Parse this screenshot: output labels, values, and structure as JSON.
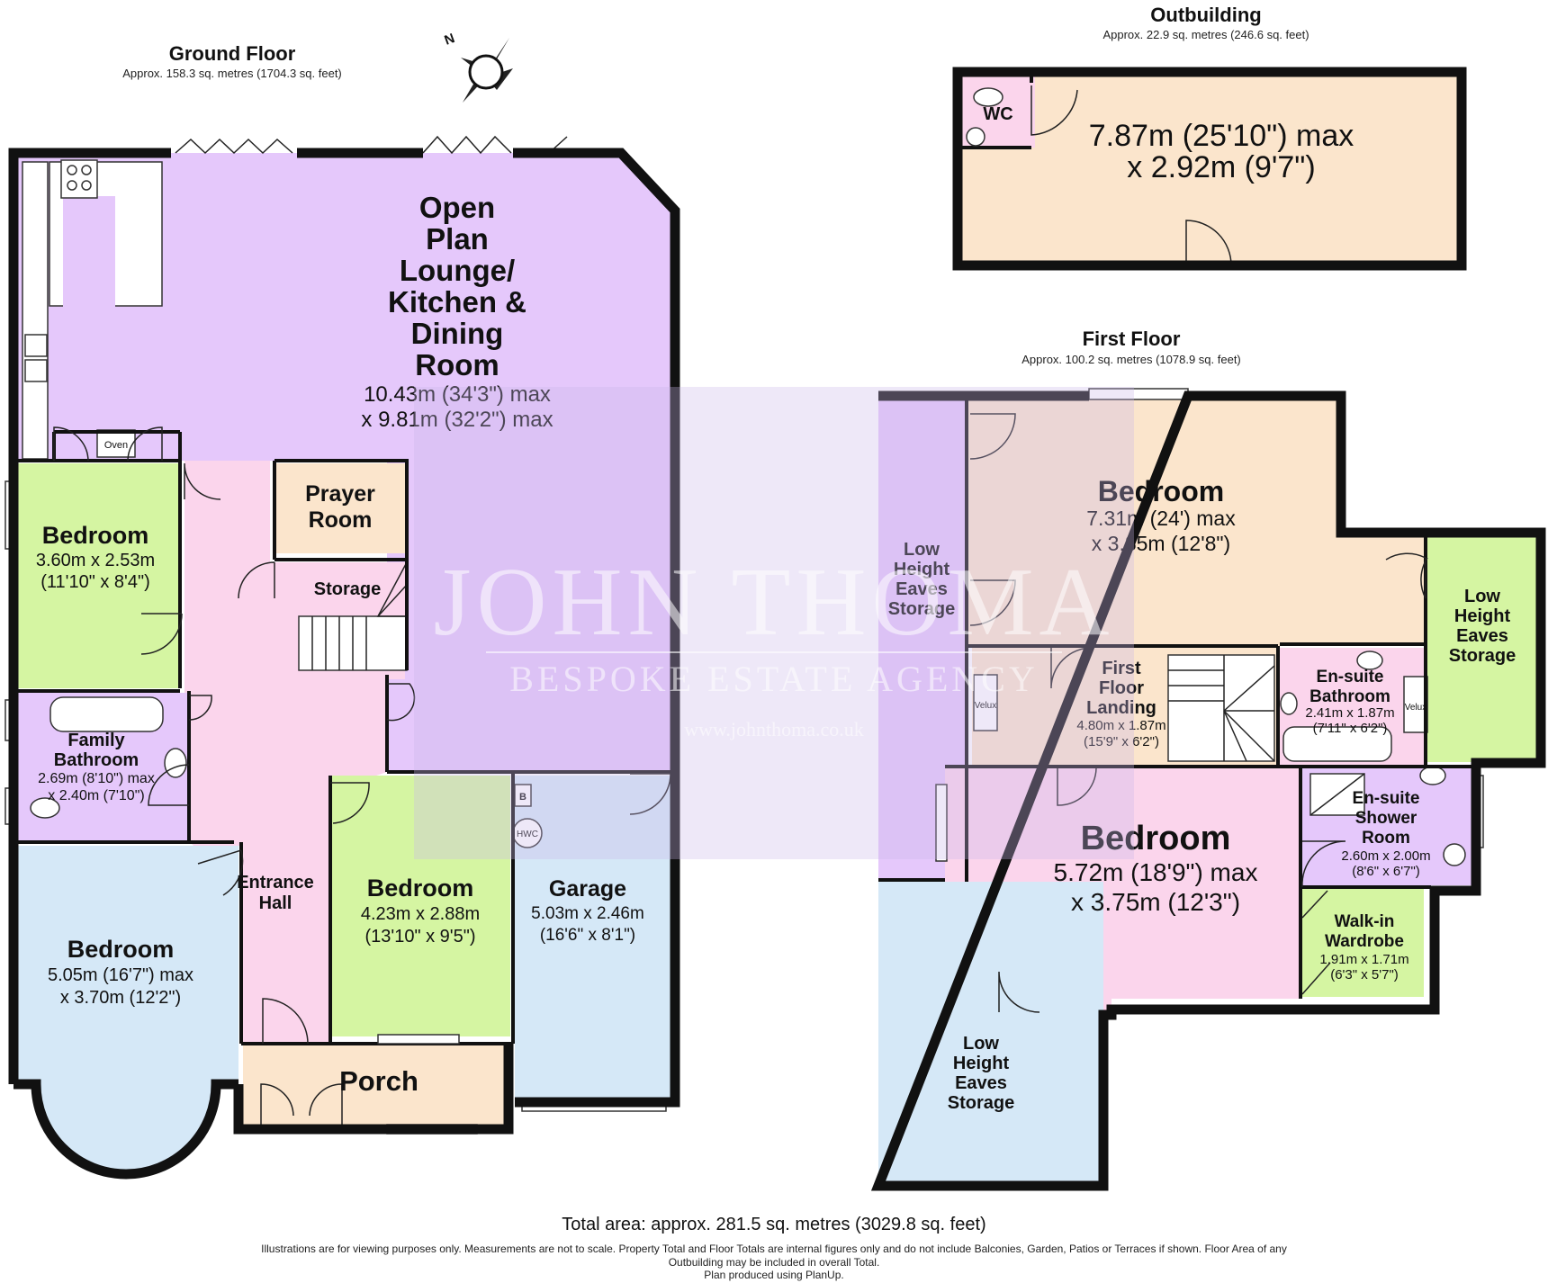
{
  "floors": {
    "ground": {
      "title": "Ground Floor",
      "area": "Approx. 158.3 sq. metres (1704.3 sq. feet)"
    },
    "outbuilding": {
      "title": "Outbuilding",
      "area": "Approx. 22.9 sq. metres (246.6 sq. feet)"
    },
    "first": {
      "title": "First Floor",
      "area": "Approx. 100.2 sq. metres (1078.9 sq. feet)"
    }
  },
  "rooms": {
    "open_plan": {
      "name": [
        "Open",
        "Plan",
        "Lounge/",
        "Kitchen &",
        "Dining",
        "Room"
      ],
      "dims": [
        "10.43m (34'3\") max",
        "x 9.81m (32'2\") max"
      ]
    },
    "gf_bedroom1": {
      "name": [
        "Bedroom"
      ],
      "dims": [
        "3.60m x 2.53m",
        "(11'10\" x 8'4\")"
      ]
    },
    "prayer_room": {
      "name": [
        "Prayer",
        "Room"
      ]
    },
    "storage": {
      "name": [
        "Storage"
      ]
    },
    "family_bathroom": {
      "name": [
        "Family",
        "Bathroom"
      ],
      "dims": [
        "2.69m (8'10\") max",
        "x 2.40m (7'10\")"
      ]
    },
    "entrance_hall": {
      "name": [
        "Entrance",
        "Hall"
      ]
    },
    "gf_bedroom2": {
      "name": [
        "Bedroom"
      ],
      "dims": [
        "4.23m x 2.88m",
        "(13'10\" x 9'5\")"
      ]
    },
    "garage": {
      "name": [
        "Garage"
      ],
      "dims": [
        "5.03m x 2.46m",
        "(16'6\" x 8'1\")"
      ]
    },
    "gf_bedroom3": {
      "name": [
        "Bedroom"
      ],
      "dims": [
        "5.05m (16'7\") max",
        "x 3.70m (12'2\")"
      ]
    },
    "porch": {
      "name": [
        "Porch"
      ]
    },
    "outbuilding_main": {
      "dims": [
        "7.87m (25'10\") max",
        "x 2.92m (9'7\")"
      ]
    },
    "wc": {
      "name": [
        "WC"
      ]
    },
    "ff_eaves_left": {
      "name": [
        "Low",
        "Height",
        "Eaves",
        "Storage"
      ]
    },
    "ff_bedroom1": {
      "name": [
        "Bedroom"
      ],
      "dims": [
        "7.31m (24') max",
        "x 3.85m (12'8\")"
      ]
    },
    "ff_eaves_right": {
      "name": [
        "Low",
        "Height",
        "Eaves",
        "Storage"
      ]
    },
    "ff_landing": {
      "name": [
        "First",
        "Floor",
        "Landing"
      ],
      "dims": [
        "4.80m x 1.87m",
        "(15'9\" x 6'2\")"
      ]
    },
    "ensuite_bathroom": {
      "name": [
        "En-suite",
        "Bathroom"
      ],
      "dims": [
        "2.41m x 1.87m",
        "(7'11\" x 6'2\")"
      ]
    },
    "ff_bedroom2": {
      "name": [
        "Bedroom"
      ],
      "dims": [
        "5.72m (18'9\") max",
        "x 3.75m (12'3\")"
      ]
    },
    "ensuite_shower": {
      "name": [
        "En-suite",
        "Shower",
        "Room"
      ],
      "dims": [
        "2.60m x 2.00m",
        "(8'6\" x 6'7\")"
      ]
    },
    "walkin_wardrobe": {
      "name": [
        "Walk-in",
        "Wardrobe"
      ],
      "dims": [
        "1.91m x 1.71m",
        "(6'3\" x 5'7\")"
      ]
    },
    "ff_eaves_bottom": {
      "name": [
        "Low",
        "Height",
        "Eaves",
        "Storage"
      ]
    }
  },
  "fixture_labels": {
    "oven": "Oven",
    "boiler": "B",
    "hwc": "HWC",
    "velux_left": "Velux",
    "velux_right": "Velux"
  },
  "compass_letter": "N",
  "watermark": {
    "line1": "JOHN THOMA",
    "line2": "BESPOKE ESTATE AGENCY",
    "line3": "www.johnthoma.co.uk"
  },
  "footer": {
    "total": "Total area: approx. 281.5 sq. metres (3029.8 sq. feet)",
    "disclaimer1": "Illustrations are for viewing purposes only. Measurements are not to scale. Property Total and Floor Totals are internal figures only and do not include Balconies, Garden, Patios or Terraces if shown. Floor Area of any",
    "disclaimer2": "Outbuilding may be included in overall Total.",
    "disclaimer3": "Plan produced using PlanUp."
  },
  "colors": {
    "lavender": "#e5c8fb",
    "green": "#d5f5a2",
    "cream": "#fbe5cc",
    "pink": "#fbd5ec",
    "blue": "#d5e8f7",
    "watermark": "#c9b9e8"
  }
}
